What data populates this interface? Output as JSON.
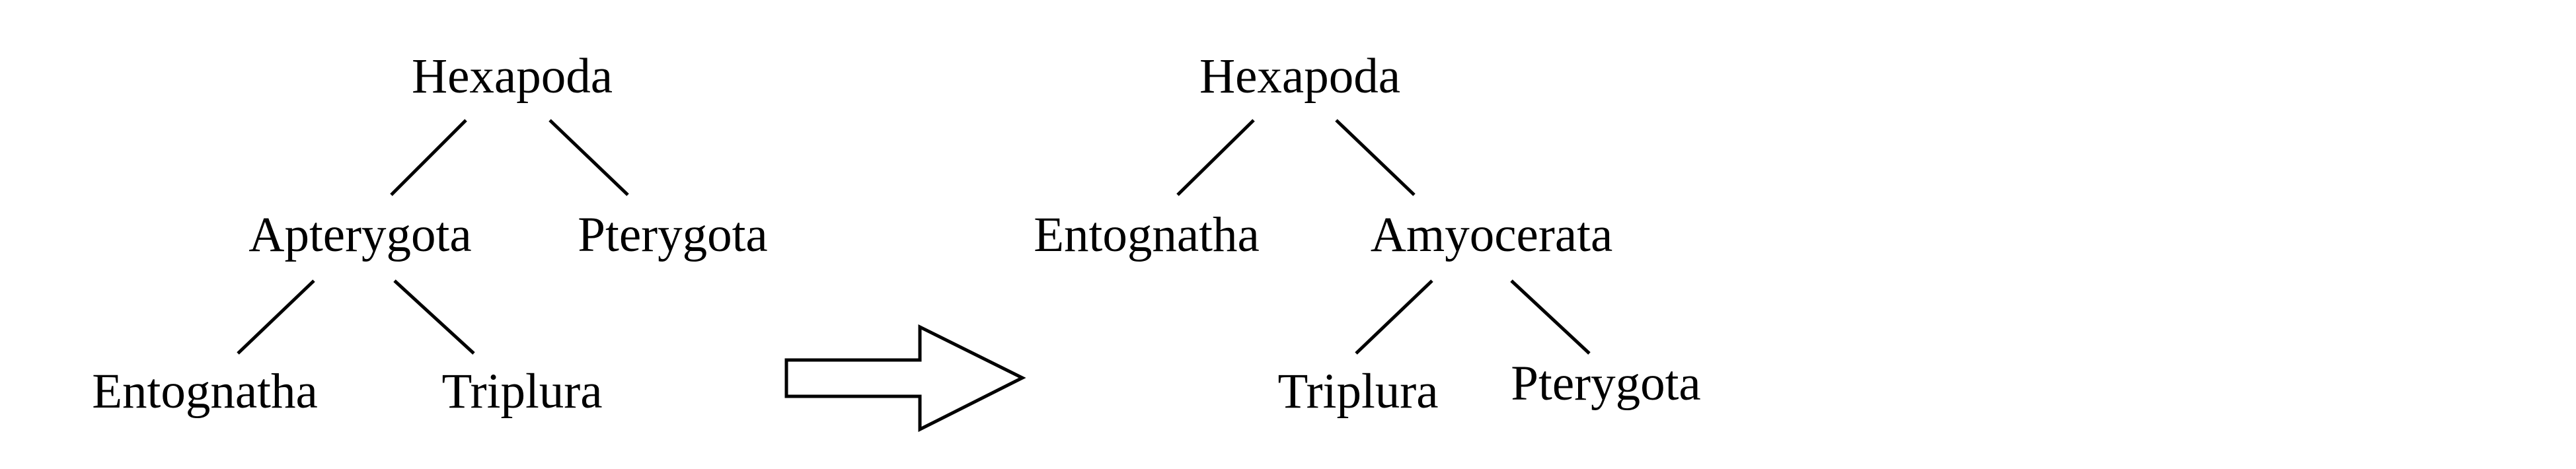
{
  "before_tree": {
    "root": "Hexapoda",
    "level1": [
      "Apterygota",
      "Pterygota"
    ],
    "level2": [
      "Entognatha",
      "Triplura"
    ]
  },
  "after_tree": {
    "root": "Hexapoda",
    "level1": [
      "Entognatha",
      "Amyocerata"
    ],
    "level2": [
      "Triplura",
      "Pterygota"
    ]
  },
  "arrow_icon": "right-arrow-icon"
}
